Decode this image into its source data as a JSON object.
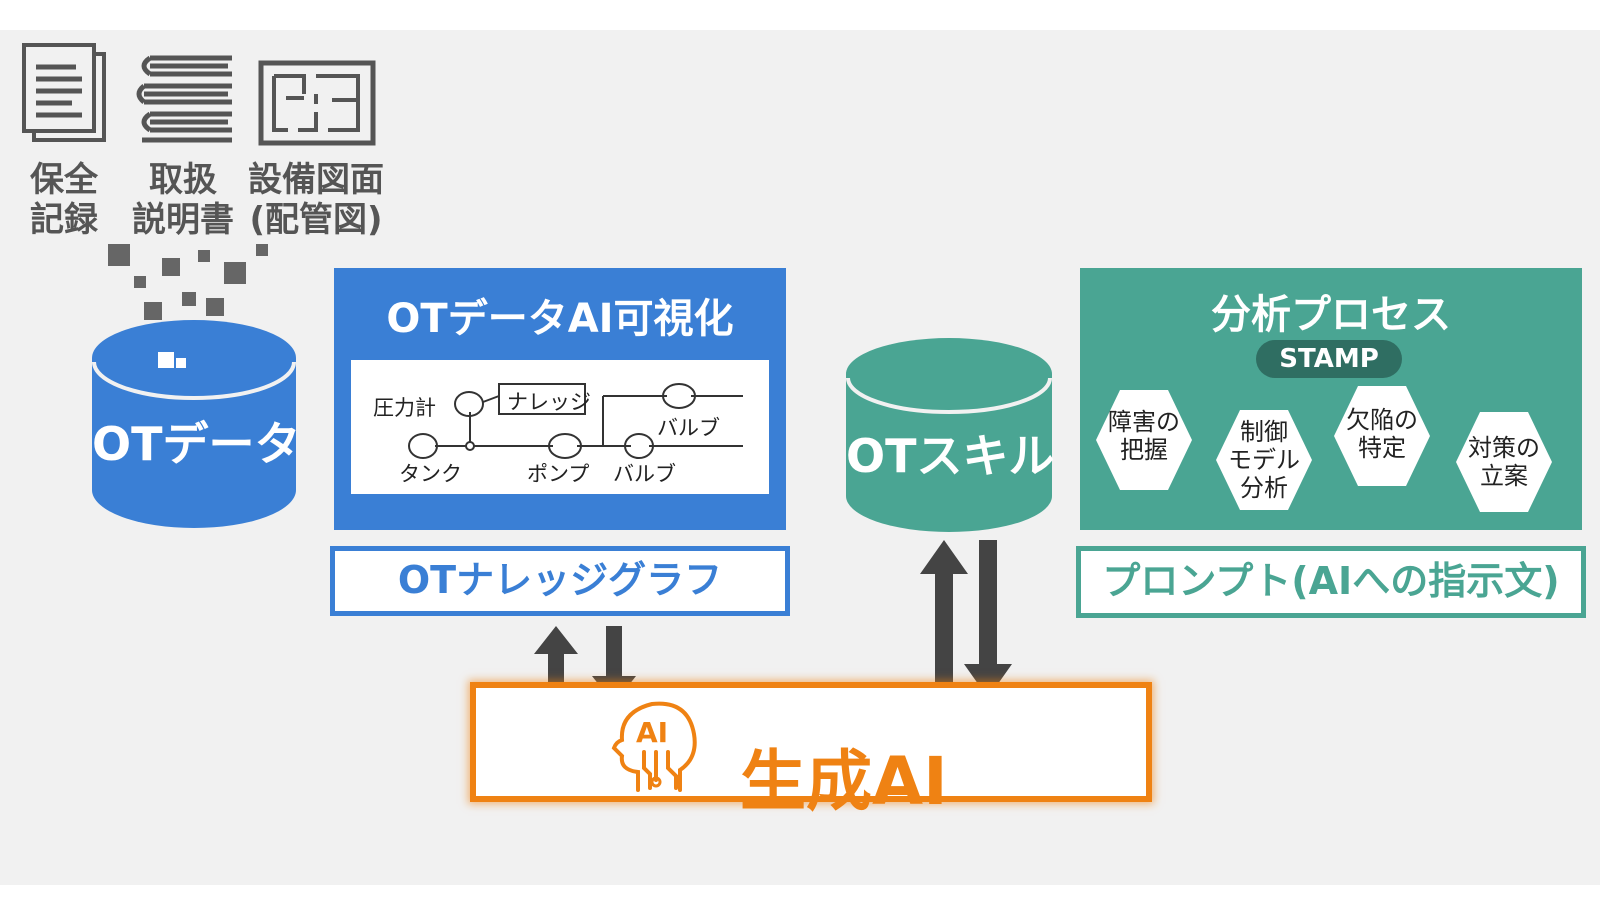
{
  "documents": [
    {
      "line1": "保全",
      "line2": "記録"
    },
    {
      "line1": "取扱",
      "line2": "説明書"
    },
    {
      "line1": "設備図面",
      "line2": "(配管図)"
    }
  ],
  "ot_data": {
    "label": "OTデータ"
  },
  "ai_visualization": {
    "title": "OTデータAI可視化",
    "graph_nodes": {
      "pressure_gauge": "圧力計",
      "knowledge": "ナレッジ",
      "tank": "タンク",
      "pump": "ポンプ",
      "valve_1": "バルブ",
      "valve_2": "バルブ"
    },
    "caption": "OTナレッジグラフ"
  },
  "ot_skill": {
    "label": "OTスキル"
  },
  "analysis": {
    "title": "分析プロセス",
    "badge": "STAMP",
    "steps": [
      {
        "line1": "障害の",
        "line2": "把握"
      },
      {
        "line1": "制御",
        "line2": "モデル",
        "line3": "分析"
      },
      {
        "line1": "欠陥の",
        "line2": "特定"
      },
      {
        "line1": "対策の",
        "line2": "立案"
      }
    ],
    "caption": "プロンプト(AIへの指示文)"
  },
  "generative_ai": {
    "label": "生成AI",
    "icon_text": "AI"
  },
  "colors": {
    "blue": "#3a7fd5",
    "teal": "#4aa593",
    "dark_teal": "#2f6e62",
    "orange": "#ef8213",
    "gray": "#555555"
  }
}
